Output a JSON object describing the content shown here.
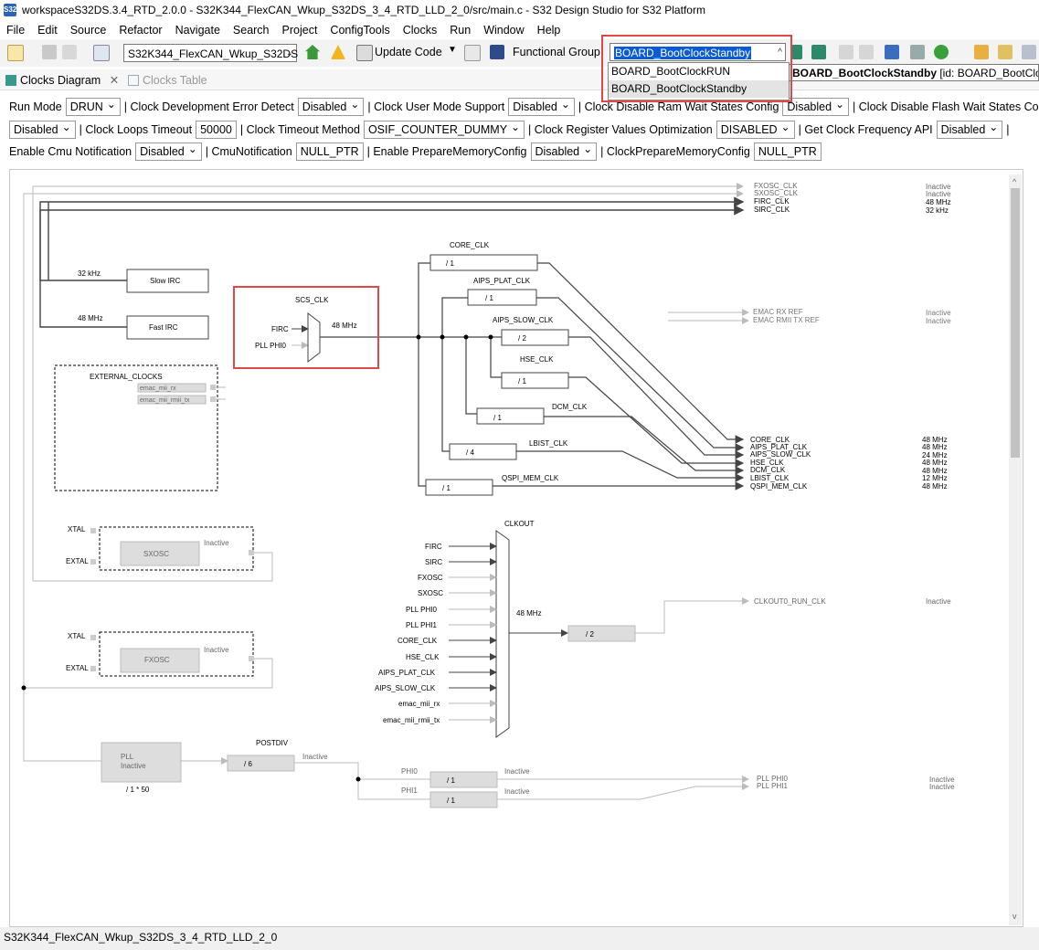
{
  "window": {
    "title": "workspaceS32DS.3.4_RTD_2.0.0 - S32K344_FlexCAN_Wkup_S32DS_3_4_RTD_LLD_2_0/src/main.c - S32 Design Studio for S32 Platform"
  },
  "menu": [
    "File",
    "Edit",
    "Source",
    "Refactor",
    "Navigate",
    "Search",
    "Project",
    "ConfigTools",
    "Clocks",
    "Run",
    "Window",
    "Help"
  ],
  "toolbar": {
    "project_combo": "S32K344_FlexCAN_Wkup_S32DS",
    "update_code": "Update Code",
    "functional_group_label": "Functional Group",
    "functional_group_value": "BOARD_BootClockStandby",
    "dropdown_options": [
      "BOARD_BootClockRUN",
      "BOARD_BootClockStandby"
    ],
    "tooltip_bold": "BOARD_BootClockStandby",
    "tooltip_rest": " [id: BOARD_BootClock"
  },
  "tabs": [
    {
      "label": "Clocks Diagram"
    },
    {
      "label": "Clocks Table"
    }
  ],
  "settings": {
    "run_mode_label": "Run Mode",
    "run_mode": "DRUN",
    "dev_error_label": "| Clock Development Error Detect",
    "dev_error": "Disabled",
    "user_mode_label": "| Clock User Mode Support",
    "user_mode": "Disabled",
    "ram_ws_label": "| Clock Disable Ram Wait States Config",
    "ram_ws": "Disabled",
    "flash_ws_label": "| Clock Disable Flash Wait States Config",
    "flash_ws": "Disabled",
    "loops_label": "| Clock Loops Timeout",
    "loops": "50000",
    "timeout_label": "| Clock Timeout Method",
    "timeout": "OSIF_COUNTER_DUMMY",
    "reg_opt_label": "| Clock Register Values Optimization",
    "reg_opt": "DISABLED",
    "get_freq_label": "| Get Clock Frequency API",
    "get_freq": "Disabled",
    "bar": "|",
    "cmu_notif_label": "Enable Cmu Notification",
    "cmu_notif": "Disabled",
    "cmu_label": "| CmuNotification",
    "cmu": "NULL_PTR",
    "prep_mem_label": "| Enable PrepareMemoryConfig",
    "prep_mem": "Disabled",
    "clock_prep_label": "| ClockPrepareMemoryConfig",
    "clock_prep": "NULL_PTR"
  },
  "diagram": {
    "top_outputs": [
      {
        "name": "FXOSC_CLK",
        "state": "Inactive"
      },
      {
        "name": "SXOSC_CLK",
        "state": "Inactive"
      },
      {
        "name": "FIRC_CLK",
        "state": "48 MHz"
      },
      {
        "name": "SIRC_CLK",
        "state": "32 kHz"
      }
    ],
    "slow_irc": {
      "label": "Slow IRC",
      "freq": "32 kHz"
    },
    "fast_irc": {
      "label": "Fast IRC",
      "freq": "48 MHz"
    },
    "scs": {
      "title": "SCS_CLK",
      "in1": "FIRC",
      "in2": "PLL PHI0",
      "freq": "48 MHz"
    },
    "dividers": [
      {
        "name": "CORE_CLK",
        "div": "/ 1"
      },
      {
        "name": "AIPS_PLAT_CLK",
        "div": "/ 1"
      },
      {
        "name": "AIPS_SLOW_CLK",
        "div": "/ 2"
      },
      {
        "name": "HSE_CLK",
        "div": "/ 1"
      },
      {
        "name": "DCM_CLK",
        "div": "/ 1"
      },
      {
        "name": "LBIST_CLK",
        "div": "/ 4"
      },
      {
        "name": "QSPI_MEM_CLK",
        "div": "/ 1"
      }
    ],
    "outputs": [
      {
        "name": "CORE_CLK",
        "freq": "48 MHz"
      },
      {
        "name": "AIPS_PLAT_CLK",
        "freq": "48 MHz"
      },
      {
        "name": "AIPS_SLOW_CLK",
        "freq": "24 MHz"
      },
      {
        "name": "HSE_CLK",
        "freq": "48 MHz"
      },
      {
        "name": "DCM_CLK",
        "freq": "48 MHz"
      },
      {
        "name": "LBIST_CLK",
        "freq": "12 MHz"
      },
      {
        "name": "QSPI_MEM_CLK",
        "freq": "48 MHz"
      }
    ],
    "emac": [
      {
        "name": "EMAC RX REF",
        "state": "Inactive"
      },
      {
        "name": "EMAC RMII TX REF",
        "state": "Inactive"
      }
    ],
    "external": {
      "title": "EXTERNAL_CLOCKS",
      "items": [
        "emac_mii_rx",
        "emac_mii_rmii_tx"
      ]
    },
    "sxosc": {
      "label": "SXOSC",
      "state": "Inactive",
      "in1": "XTAL",
      "in2": "EXTAL"
    },
    "fxosc": {
      "label": "FXOSC",
      "state": "Inactive",
      "in1": "XTAL",
      "in2": "EXTAL"
    },
    "clkout": {
      "title": "CLKOUT",
      "inputs": [
        "FIRC",
        "SIRC",
        "FXOSC",
        "SXOSC",
        "PLL PHI0",
        "PLL PHI1",
        "CORE_CLK",
        "HSE_CLK",
        "AIPS_PLAT_CLK",
        "AIPS_SLOW_CLK",
        "emac_mii_rx",
        "emac_mii_rmii_tx"
      ],
      "freq": "48 MHz",
      "div": "/ 2",
      "out": "CLKOUT0_RUN_CLK",
      "state": "Inactive"
    },
    "pll": {
      "label": "PLL",
      "state": "Inactive",
      "mult": "/ 1 * 50",
      "postdiv_title": "POSTDIV",
      "postdiv": "/ 6",
      "postdiv_state": "Inactive",
      "phi0": {
        "name": "PHI0",
        "div": "/ 1",
        "state": "Inactive"
      },
      "phi1": {
        "name": "PHI1",
        "div": "/ 1",
        "state": "Inactive"
      },
      "outs": [
        {
          "name": "PLL PHI0",
          "state": "Inactive"
        },
        {
          "name": "PLL PHI1",
          "state": "Inactive"
        }
      ]
    }
  },
  "status": {
    "text": "S32K344_FlexCAN_Wkup_S32DS_3_4_RTD_LLD_2_0"
  }
}
